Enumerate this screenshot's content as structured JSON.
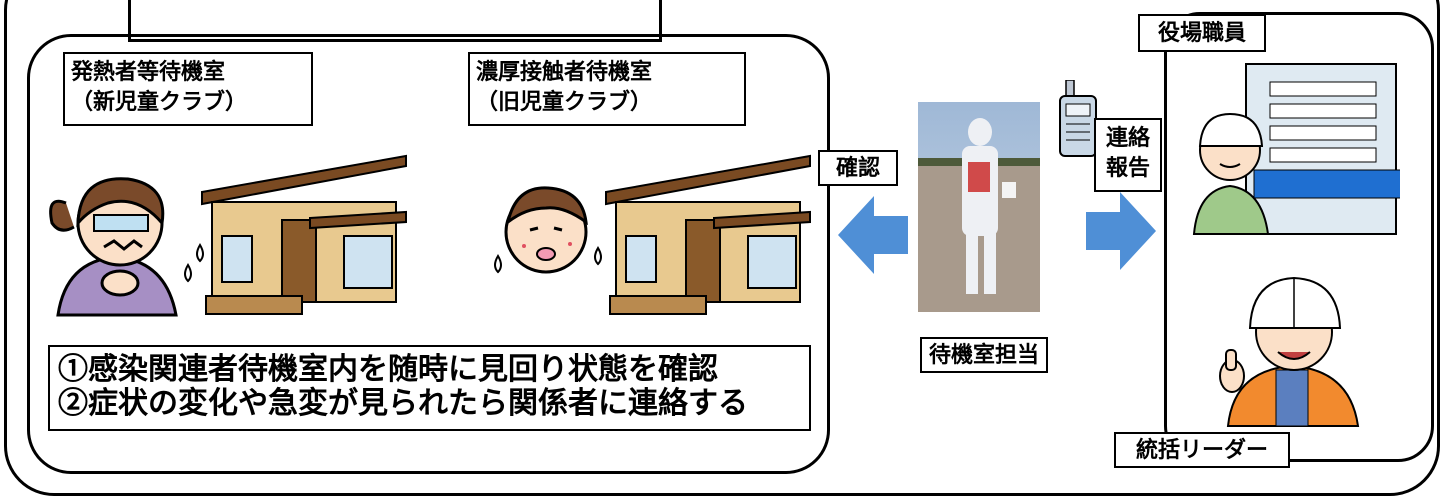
{
  "rooms": {
    "fever": {
      "title": "発熱者等待機室",
      "subtitle": "（新児童クラブ）"
    },
    "contact": {
      "title": "濃厚接触者待機室",
      "subtitle": "（旧児童クラブ）"
    }
  },
  "actions": {
    "confirm": "確認",
    "report_line1": "連絡",
    "report_line2": "報告"
  },
  "staff": {
    "waiting_room": "待機室担当",
    "office": "役場職員",
    "leader": "統括リーダー"
  },
  "tasks": [
    "①感染関連者待機室内を随時に見回り状態を確認",
    "②症状の変化や急変が見られたら関係者に連絡する"
  ],
  "colors": {
    "arrow": "#4f8fd6",
    "building": "#dfeaf2",
    "house": "#e8c98f",
    "roof": "#7a4a22"
  }
}
